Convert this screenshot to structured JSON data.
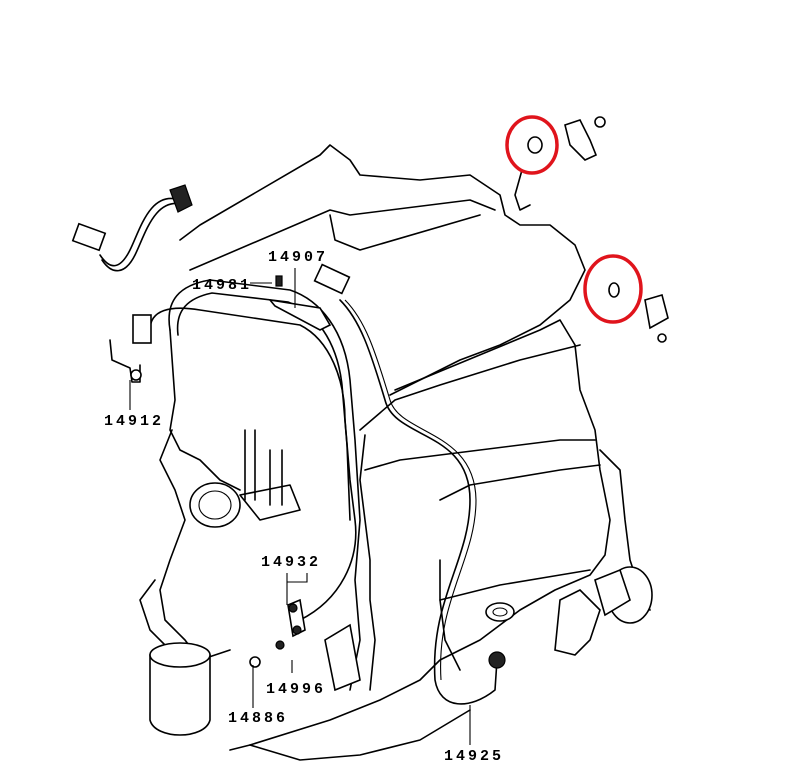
{
  "diagram": {
    "labels": {
      "p14907": "14907",
      "p14981": "14981",
      "p14912": "14912",
      "p14932": "14932",
      "p14996": "14996",
      "p14886": "14886",
      "p14925": "14925"
    },
    "highlight_color": "#e0141c"
  }
}
